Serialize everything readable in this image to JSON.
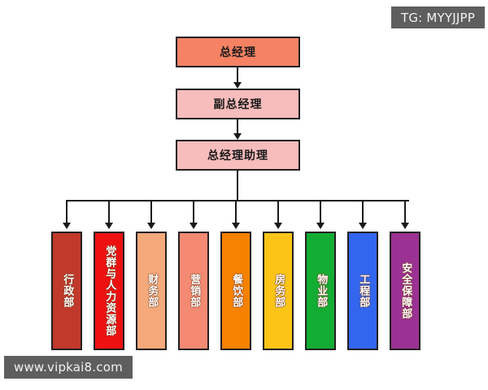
{
  "watermarks": {
    "top_right": "TG: MYYJJPP",
    "bottom_left": "www.vipkai8.com"
  },
  "chart": {
    "type": "org-chart",
    "background": "#ffffff",
    "line_color": "#1a1a1a",
    "chain": [
      {
        "label": "总经理",
        "color": "#f58263"
      },
      {
        "label": "副总经理",
        "color": "#f7bcbc"
      },
      {
        "label": "总经理助理",
        "color": "#f7bcbc"
      }
    ],
    "departments": [
      {
        "label": "行政部",
        "color": "#c0392b"
      },
      {
        "label": "党群与人力资源部",
        "color": "#ee1111"
      },
      {
        "label": "财务部",
        "color": "#f5a97a"
      },
      {
        "label": "营销部",
        "color": "#f58a72"
      },
      {
        "label": "餐饮部",
        "color": "#f78100"
      },
      {
        "label": "房务部",
        "color": "#fbc417"
      },
      {
        "label": "物业部",
        "color": "#14ad33"
      },
      {
        "label": "工程部",
        "color": "#3366ee"
      },
      {
        "label": "安全保障部",
        "color": "#9b3192"
      }
    ]
  }
}
